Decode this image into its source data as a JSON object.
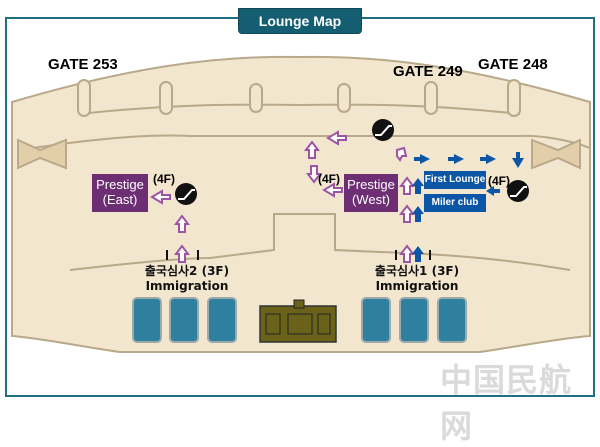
{
  "map": {
    "title": "Lounge Map",
    "gates": [
      "GATE 253",
      "GATE 249",
      "GATE 248"
    ],
    "lounges": {
      "prestige_east": {
        "line1": "Prestige",
        "line2": "(East)",
        "floor": "(4F)"
      },
      "prestige_west": {
        "line1": "Prestige",
        "line2": "(West)",
        "floor": "(4F)"
      },
      "first_lounge": {
        "label": "First Lounge"
      },
      "miler_club": {
        "label": "Miler club",
        "floor": "(4F)"
      }
    },
    "immigration": [
      {
        "line1": "출국심사2 (3F)",
        "line2": "Immigration"
      },
      {
        "line1": "출국심사1 (3F)",
        "line2": "Immigration"
      }
    ],
    "watermark": "中国民航网",
    "colors": {
      "terminal_fill": "#f3e6cf",
      "terminal_outline": "#b9a98a",
      "title_badge": "#155d70",
      "prestige": "#6d2e73",
      "first_miler": "#0b57a6",
      "arrow_purple": "#9b55a3",
      "arrow_blue": "#0b57a6",
      "security_blue": "#2f7f9f",
      "security_olive": "#6b6219"
    },
    "icons": [
      "escalator-icon",
      "purple-route-arrow-icon",
      "blue-route-arrow-icon"
    ]
  }
}
